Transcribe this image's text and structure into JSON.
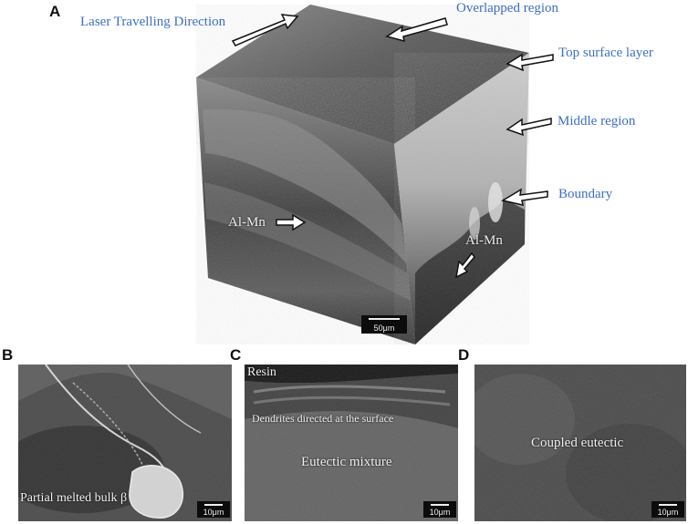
{
  "panels": {
    "A": {
      "letter": "A",
      "labels": {
        "laser_direction": "Laser Travelling Direction",
        "overlapped": "Overlapped region",
        "top_surface": "Top surface layer",
        "middle": "Middle region",
        "boundary": "Boundary",
        "almn_left": "Al-Mn",
        "almn_right": "Al-Mn"
      },
      "scale": "50μm"
    },
    "B": {
      "letter": "B",
      "label": "Partial melted bulk β",
      "scale": "10μm"
    },
    "C": {
      "letter": "C",
      "labels": {
        "resin": "Resin",
        "dendrites": "Dendrites directed at the surface",
        "eutectic": "Eutectic mixture"
      },
      "scale": "10μm"
    },
    "D": {
      "letter": "D",
      "label": "Coupled eutectic",
      "scale": "10μm"
    }
  },
  "colors": {
    "label_blue": "#3d6fc4",
    "background": "#ffffff"
  }
}
